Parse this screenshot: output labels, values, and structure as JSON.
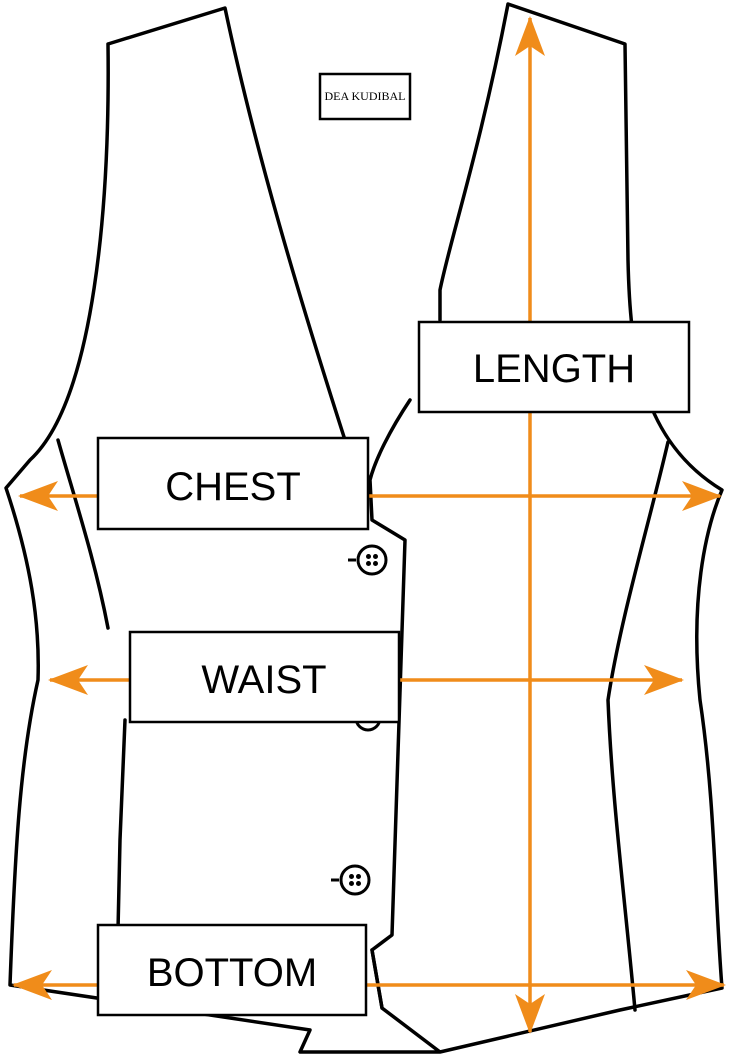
{
  "brand": {
    "label": "DEA KUDIBAL"
  },
  "measurements": {
    "length": "LENGTH",
    "chest": "CHEST",
    "waist": "WAIST",
    "bottom": "BOTTOM"
  },
  "colors": {
    "arrow": "#F08C1A",
    "outline": "#000000",
    "background": "#FFFFFF"
  },
  "icons": {
    "button": "vest-button-icon",
    "arrow": "arrow-head-icon"
  }
}
